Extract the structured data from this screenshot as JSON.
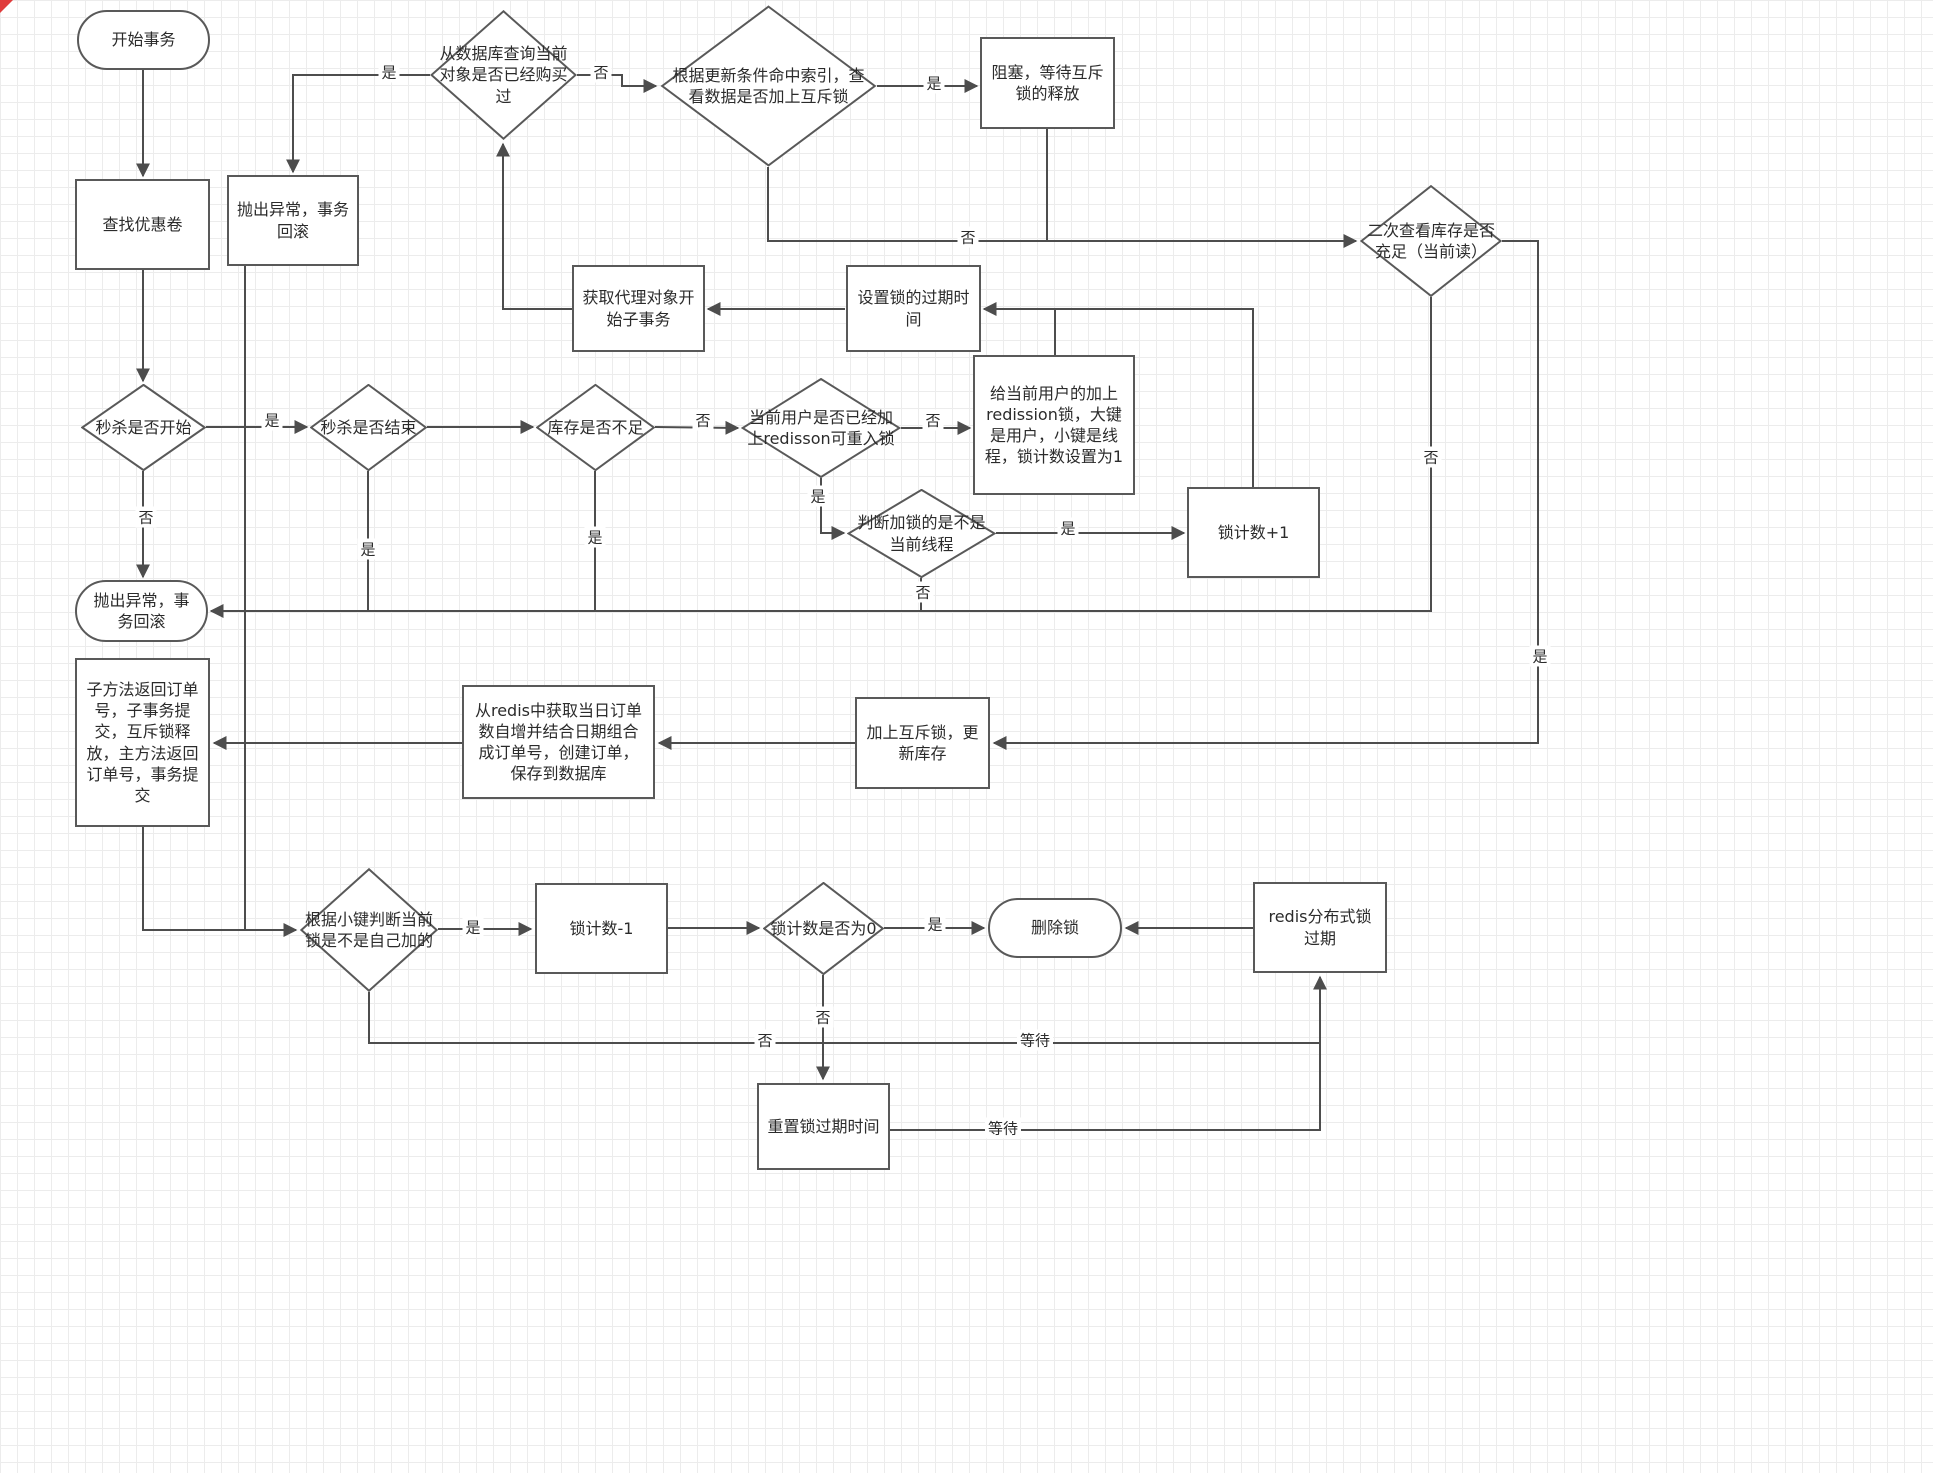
{
  "diagram": {
    "nodes": {
      "start": "开始事务",
      "find_coupon": "查找优惠卷",
      "throw_rollback_top": "抛出异常，事务回滚",
      "query_purchased": "从数据库查询当前对象是否已经购买过",
      "index_mutex_check": "根据更新条件命中索引，查看数据是否加上互斥锁",
      "block_wait": "阻塞，等待互斥锁的释放",
      "second_stock_check": "二次查看库存是否充足（当前读）",
      "get_proxy": "获取代理对象开始子事务",
      "set_lock_expiry": "设置锁的过期时间",
      "seckill_started": "秒杀是否开始",
      "seckill_ended": "秒杀是否结束",
      "stock_insufficient": "库存是否不足",
      "has_redisson_lock": "当前用户是否已经加上redisson可重入锁",
      "add_redission_lock": "给当前用户的加上redission锁，大键是用户，小键是线程，锁计数设置为1",
      "is_current_thread": "判断加锁的是不是当前线程",
      "lock_count_inc": "锁计数+1",
      "throw_rollback_mid": "抛出异常，事务回滚",
      "submethod_commit": "子方法返回订单号，子事务提交，互斥锁释放，主方法返回订单号，事务提交",
      "create_order": "从redis中获取当日订单数自增并结合日期组合成订单号，创建订单，保存到数据库",
      "mutex_update_stock": "加上互斥锁，更新库存",
      "check_own_lock": "根据小键判断当前锁是不是自己加的",
      "lock_count_dec": "锁计数-1",
      "lock_count_zero": "锁计数是否为0",
      "delete_lock": "删除锁",
      "redis_lock_expire": "redis分布式锁过期",
      "reset_lock_expiry": "重置锁过期时间"
    },
    "labels": {
      "yes": "是",
      "no": "否",
      "wait": "等待"
    }
  }
}
